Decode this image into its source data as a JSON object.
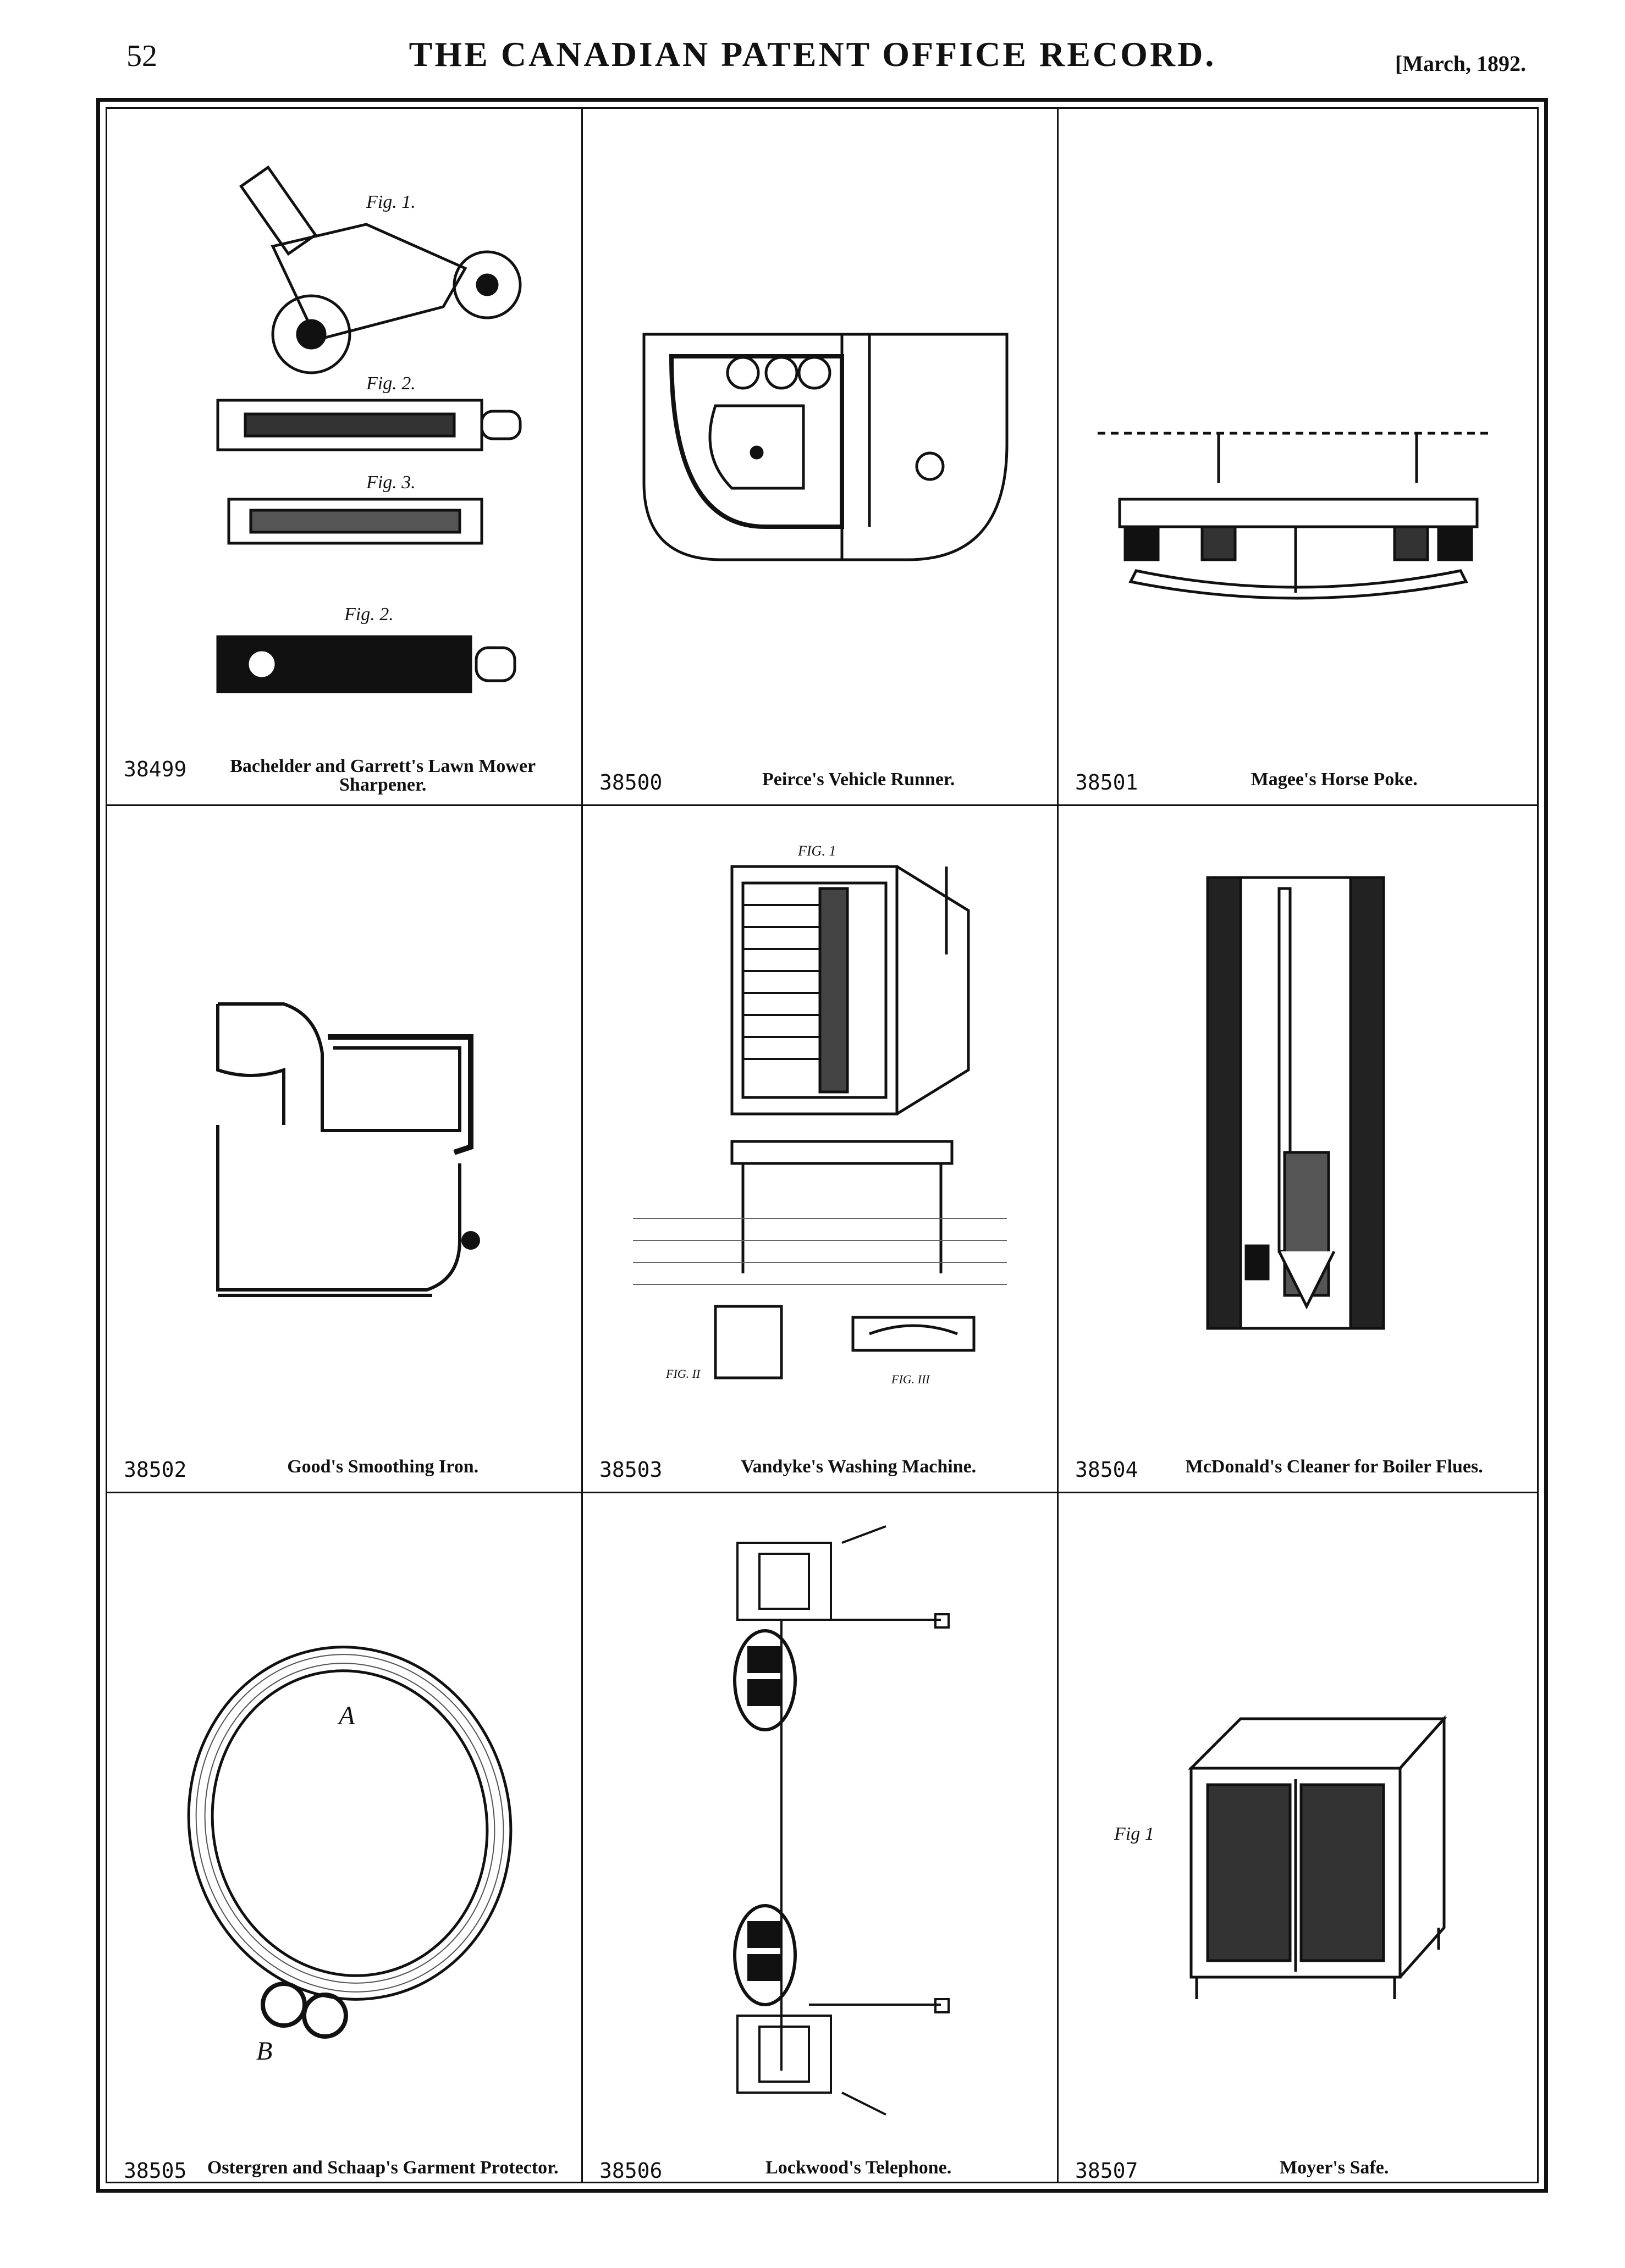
{
  "header": {
    "page_number": "52",
    "title": "THE CANADIAN PATENT OFFICE RECORD.",
    "date": "[March, 1892."
  },
  "patents": [
    {
      "number": "38499",
      "title": "Bachelder and Garrett's Lawn Mower Sharpener.",
      "figure": "lawn-mower-sharpener-drawing"
    },
    {
      "number": "38500",
      "title": "Peirce's Vehicle Runner.",
      "figure": "vehicle-runner-drawing"
    },
    {
      "number": "38501",
      "title": "Magee's Horse Poke.",
      "figure": "horse-poke-drawing"
    },
    {
      "number": "38502",
      "title": "Good's Smoothing Iron.",
      "figure": "smoothing-iron-drawing"
    },
    {
      "number": "38503",
      "title": "Vandyke's Washing Machine.",
      "figure": "washing-machine-drawing"
    },
    {
      "number": "38504",
      "title": "McDonald's Cleaner for Boiler Flues.",
      "figure": "boiler-flue-cleaner-drawing"
    },
    {
      "number": "38505",
      "title": "Ostergren and Schaap's Garment Protector.",
      "figure": "garment-protector-drawing"
    },
    {
      "number": "38506",
      "title": "Lockwood's Telephone.",
      "figure": "telephone-drawing"
    },
    {
      "number": "38507",
      "title": "Moyer's Safe.",
      "figure": "safe-drawing"
    }
  ],
  "figure_labels": {
    "fig1": "Fig. 1.",
    "fig2": "Fig. 2.",
    "fig3": "Fig. 3.",
    "fig_caps": "FIG. 1",
    "fig_ii": "FIG. II",
    "fig_iii": "FIG. III",
    "fig_safe": "Fig 1"
  }
}
